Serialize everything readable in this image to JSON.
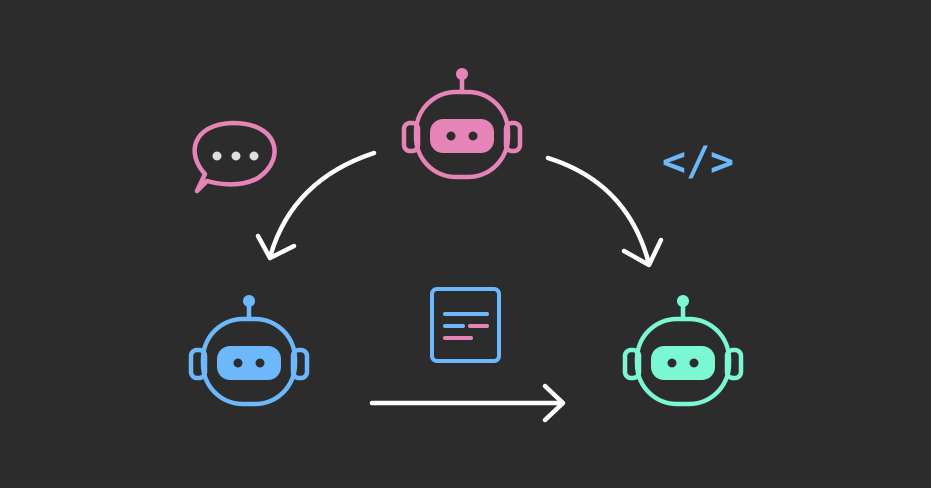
{
  "colors": {
    "background": "#2d2c2d",
    "agent_top": "#e684b7",
    "agent_left": "#6cb8fa",
    "agent_right": "#7cf7d4",
    "arrows": "#ffffff",
    "chat_dots": "#dedede",
    "document_line_accent": "#e684b7",
    "code_icon": "#6cb8fa"
  },
  "nodes": [
    {
      "id": "agent-top",
      "icon": "robot-icon",
      "color_key": "agent_top"
    },
    {
      "id": "agent-left",
      "icon": "robot-icon",
      "color_key": "agent_left"
    },
    {
      "id": "agent-right",
      "icon": "robot-icon",
      "color_key": "agent_right"
    }
  ],
  "edges": [
    {
      "from": "agent-top",
      "to": "agent-left",
      "style": "curved"
    },
    {
      "from": "agent-top",
      "to": "agent-right",
      "style": "curved"
    },
    {
      "from": "agent-left",
      "to": "agent-right",
      "style": "straight"
    }
  ],
  "decorations": [
    {
      "icon": "chat-bubble-icon",
      "color_key": "agent_top"
    },
    {
      "icon": "document-icon",
      "color_key": "agent_left"
    },
    {
      "icon": "code-icon",
      "color_key": "code_icon"
    }
  ],
  "code_icon": {
    "text": "</>"
  }
}
